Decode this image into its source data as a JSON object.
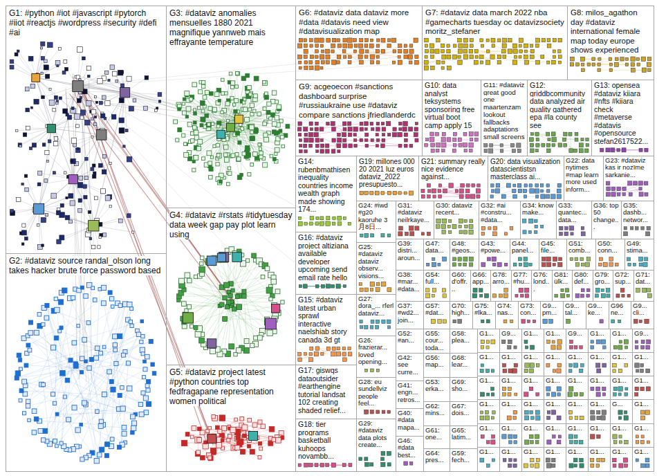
{
  "diagram": {
    "nodes": [
      {
        "text": [
          "G1: #python #iot #javascript #pytorch #iiot #reactjs #wordpress #security #defi #ai"
        ]
      },
      {
        "text": [
          "G2: #dataviz source randal_olson long takes hacker brute force password based"
        ]
      },
      {
        "text": [
          "G3: #dataviz anomalies mensuelles 1880 2021 magnifique yannweb mais effrayante temperature"
        ]
      },
      {
        "text": [
          "G4: #dataviz #rstats #tidytuesday data week gap pay plot learn using"
        ]
      },
      {
        "text": [
          "G5: #dataviz project latest #python countries top fedfragapane representation women political"
        ]
      },
      {
        "text": [
          "G6: #dataviz data dataviz more #data #datavis need view #datavisualization map"
        ]
      },
      {
        "text": [
          "G7: #dataviz data march 2022 nba #gamecharts tuesday oc datavizsociety moritz_stefaner"
        ]
      },
      {
        "text": [
          "G8: milos_agathon day #dataviz international female map today europe shows experienced"
        ]
      },
      {
        "text": [
          "G9: acgeoecon #sanctions dashboard surprise #russiaukraine use #dataviz compare sanctions jfriedlanderdc"
        ]
      },
      {
        "text": [
          "G10: data analyst teksystems sponsoring free virtual boot camp apply 15"
        ]
      },
      {
        "text": [
          "G11: #dataviz great good one maartenzam lookout fallbacks adaptations small screens"
        ]
      },
      {
        "text": [
          "G12: griddbcommunity data analyzed air quality gathered epa #la county see"
        ]
      },
      {
        "text": [
          "G13: opensea #dataviz kiiara #nfts #kiiara check #metaverse #datavis #opensource stefan2617522..."
        ]
      },
      {
        "text": [
          "G14: rubenbmathisen inequality countries income wealth graph made showing 174..."
        ]
      },
      {
        "text": [
          "G19: millones 000 20 2021 luz euros dataviz_2022 presupuesto..."
        ]
      },
      {
        "text": [
          "G21: summary really nice evidence against..."
        ]
      },
      {
        "text": [
          "G20: data visualization datascientistsn masterclass ai..."
        ]
      },
      {
        "text": [
          "G22: data nytimes #map learn more used inform..."
        ]
      },
      {
        "text": [
          "G23: #dataviz kas ir nozīme sarkanie..."
        ]
      },
      {
        "text": [
          "G24: #iwd #g20 kaoruhe 3月8日..."
        ]
      },
      {
        "text": [
          "G31: #dataviz neilrkaye..."
        ]
      },
      {
        "text": [
          "G30: dataviz recent..."
        ]
      },
      {
        "text": [
          "G32: #ai #constru... #data..."
        ]
      },
      {
        "text": [
          "G34: know make..."
        ]
      },
      {
        "text": [
          "G33: quantec... data..."
        ]
      },
      {
        "text": [
          "G36: top 50 change..."
        ]
      },
      {
        "text": [
          "G35: dashb... networ..."
        ]
      },
      {
        "text": [
          "G16: #dataviz project altiziana available developer upcoming send email rate hello"
        ]
      },
      {
        "text": [
          "G25: #dataviz dataviz observ... visions..."
        ]
      },
      {
        "text": [
          "G39: distri... aroun..."
        ]
      },
      {
        "text": [
          "G47: data..."
        ]
      },
      {
        "text": [
          "G48: #geos..."
        ]
      },
      {
        "text": [
          "G43: #powe..."
        ]
      },
      {
        "text": [
          "G44: panel..."
        ]
      },
      {
        "text": [
          "G45: file..."
        ]
      },
      {
        "text": [
          "G51: comb..."
        ]
      },
      {
        "text": [
          "G50: conn..."
        ]
      },
      {
        "text": [
          "G49: stima..."
        ]
      },
      {
        "text": [
          "G38: #mar... #data..."
        ]
      },
      {
        "text": [
          "G54: full..."
        ]
      },
      {
        "text": [
          "G60: d'offr..."
        ]
      },
      {
        "text": [
          "G66: app..."
        ]
      },
      {
        "text": [
          "G78: arro..."
        ]
      },
      {
        "text": [
          "G77: #hu..."
        ]
      },
      {
        "text": [
          "G76: lond..."
        ]
      },
      {
        "text": [
          "G81: ülk..."
        ]
      },
      {
        "text": [
          "G80: def..."
        ]
      },
      {
        "text": [
          "G79: gro..."
        ]
      },
      {
        "text": [
          "G72: sup..."
        ]
      },
      {
        "text": [
          "G71: dat..."
        ]
      },
      {
        "text": [
          "G15: #dataviz latest urban sprawl interactive naelshiab story canada 3d gt"
        ]
      },
      {
        "text": [
          "G27: dora_... rferl dataviz..."
        ]
      },
      {
        "text": [
          "G37: #wd2... join..."
        ]
      },
      {
        "text": [
          "G57: #dat..."
        ]
      },
      {
        "text": [
          "G70: high..."
        ]
      },
      {
        "text": [
          "G75: #lka..."
        ]
      },
      {
        "text": [
          "G74: nas..."
        ]
      },
      {
        "text": [
          "G73: con..."
        ]
      },
      {
        "text": [
          "G9... pm..."
        ]
      },
      {
        "text": [
          "G9... tal..."
        ]
      },
      {
        "text": [
          "G9... ke..."
        ]
      },
      {
        "text": [
          "G96 ne..."
        ]
      },
      {
        "text": [
          "G9... cli..."
        ]
      },
      {
        "text": [
          "G26: frazierar... loved opening..."
        ]
      },
      {
        "text": [
          "G52: #an..."
        ]
      },
      {
        "text": [
          "G55: cour... toda..."
        ]
      },
      {
        "text": [
          "G58: plea..."
        ]
      },
      {
        "text": [
          "G1..."
        ]
      },
      {
        "text": [
          "G9..."
        ]
      },
      {
        "text": [
          "G1..."
        ]
      },
      {
        "text": [
          "G1..."
        ]
      },
      {
        "text": [
          "G9..."
        ]
      },
      {
        "text": [
          "G1..."
        ]
      },
      {
        "text": [
          "G1..."
        ]
      },
      {
        "text": [
          "G9..."
        ]
      },
      {
        "text": [
          "G1..."
        ]
      },
      {
        "text": [
          "G1..."
        ]
      },
      {
        "text": [
          "G1..."
        ]
      },
      {
        "text": [
          "G1..."
        ]
      },
      {
        "text": [
          "G1..."
        ]
      },
      {
        "text": [
          "G1..."
        ]
      },
      {
        "text": [
          "G1..."
        ]
      },
      {
        "text": [
          "G1..."
        ]
      },
      {
        "text": [
          "G1..."
        ]
      },
      {
        "text": [
          "G1..."
        ]
      },
      {
        "text": [
          "G1..."
        ]
      },
      {
        "text": [
          "G1..."
        ]
      },
      {
        "text": [
          "G1..."
        ]
      },
      {
        "text": [
          "G1..."
        ]
      },
      {
        "text": [
          "G1..."
        ]
      },
      {
        "text": [
          "G1..."
        ]
      },
      {
        "text": [
          "G1..."
        ]
      },
      {
        "text": [
          "G1..."
        ]
      },
      {
        "text": [
          "G1..."
        ]
      },
      {
        "text": [
          "G1..."
        ]
      },
      {
        "text": [
          "G1..."
        ]
      },
      {
        "text": [
          "G1..."
        ]
      },
      {
        "text": [
          "G..."
        ]
      },
      {
        "text": [
          "G1..."
        ]
      },
      {
        "text": [
          "G1..."
        ]
      },
      {
        "text": [
          "G1..."
        ]
      },
      {
        "text": [
          "G1..."
        ]
      },
      {
        "text": [
          "G1..."
        ]
      },
      {
        "text": [
          "G1..."
        ]
      },
      {
        "text": [
          "G1..."
        ]
      },
      {
        "text": [
          "G1..."
        ]
      },
      {
        "text": [
          "G1..."
        ]
      },
      {
        "text": [
          "G1..."
        ]
      },
      {
        "text": [
          "G1..."
        ]
      },
      {
        "text": [
          "G1..."
        ]
      },
      {
        "text": [
          "G1..."
        ]
      },
      {
        "text": [
          "G1..."
        ]
      },
      {
        "text": [
          "G1..."
        ]
      },
      {
        "text": [
          "G1..."
        ]
      },
      {
        "text": [
          "G1..."
        ]
      },
      {
        "text": [
          "G42: see curre..."
        ]
      },
      {
        "text": [
          "G56: map..."
        ]
      },
      {
        "text": [
          "G68: lear..."
        ]
      },
      {
        "text": [
          "G28: eu sundellviz people feel..."
        ]
      },
      {
        "text": [
          "G41: engn... retros..."
        ]
      },
      {
        "text": [
          "G53: erka..."
        ]
      },
      {
        "text": [
          "G69: sho..."
        ]
      },
      {
        "text": [
          "G62: mins..."
        ]
      },
      {
        "text": [
          "G67: dois..."
        ]
      },
      {
        "text": [
          "G40: #data mapa..."
        ]
      },
      {
        "text": [
          "G29: #dataviz data plots create..."
        ]
      },
      {
        "text": [
          "G17: giswqs dataoutsider #earthengine tutorial landsat 102 creating shaded relief..."
        ]
      },
      {
        "text": [
          "G18: tier programs basketball kuhoops novambb..."
        ]
      },
      {
        "text": [
          "G61: one..."
        ]
      },
      {
        "text": [
          "G65: latim..."
        ]
      },
      {
        "text": [
          "G46: #data best..."
        ]
      },
      {
        "text": [
          "G64: pres..."
        ]
      },
      {
        "text": [
          "G59: fech..."
        ]
      }
    ]
  }
}
